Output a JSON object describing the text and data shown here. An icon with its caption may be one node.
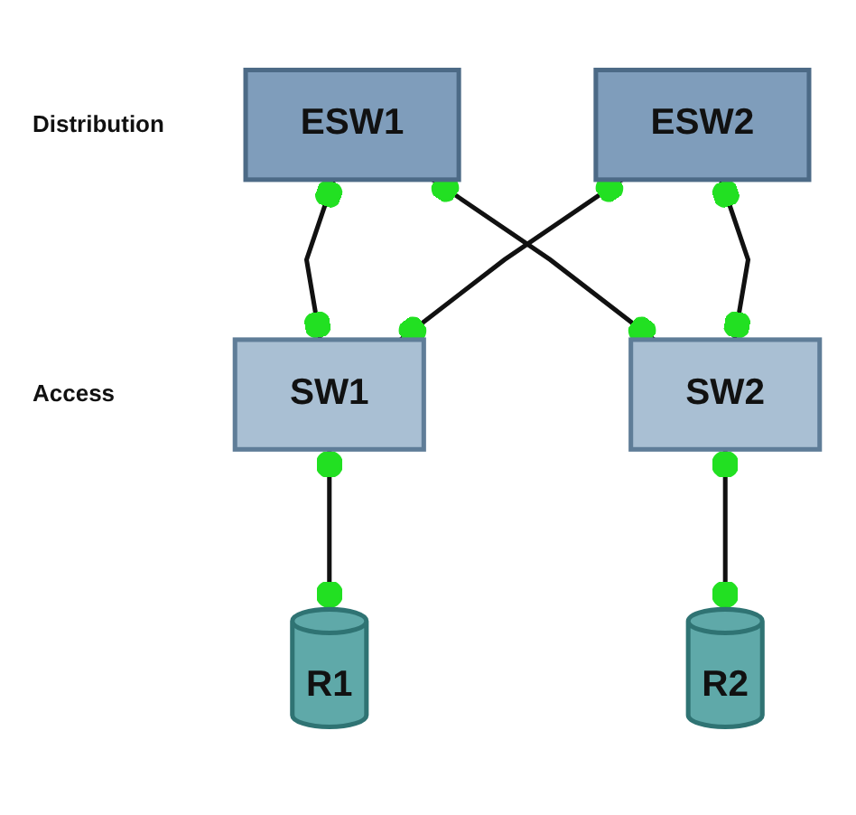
{
  "diagram": {
    "nodes": [
      {
        "text": [
          "ESW1"
        ]
      },
      {
        "text": [
          "ESW2"
        ]
      },
      {
        "text": [
          "SW1"
        ]
      },
      {
        "text": [
          "SW2"
        ]
      },
      {
        "text": [
          "R1"
        ]
      },
      {
        "text": [
          "R2"
        ]
      }
    ],
    "edges": [
      {
        "from": 0,
        "to": 2,
        "arrow": "other"
      },
      {
        "from": 0,
        "to": 3,
        "arrow": "other"
      },
      {
        "from": 1,
        "to": 2,
        "arrow": "other"
      },
      {
        "from": 1,
        "to": 3,
        "arrow": "other"
      },
      {
        "from": 2,
        "to": 4,
        "arrow": "other"
      },
      {
        "from": 3,
        "to": 5,
        "arrow": "other"
      }
    ],
    "labels": [
      "Distribution",
      "Access"
    ]
  }
}
